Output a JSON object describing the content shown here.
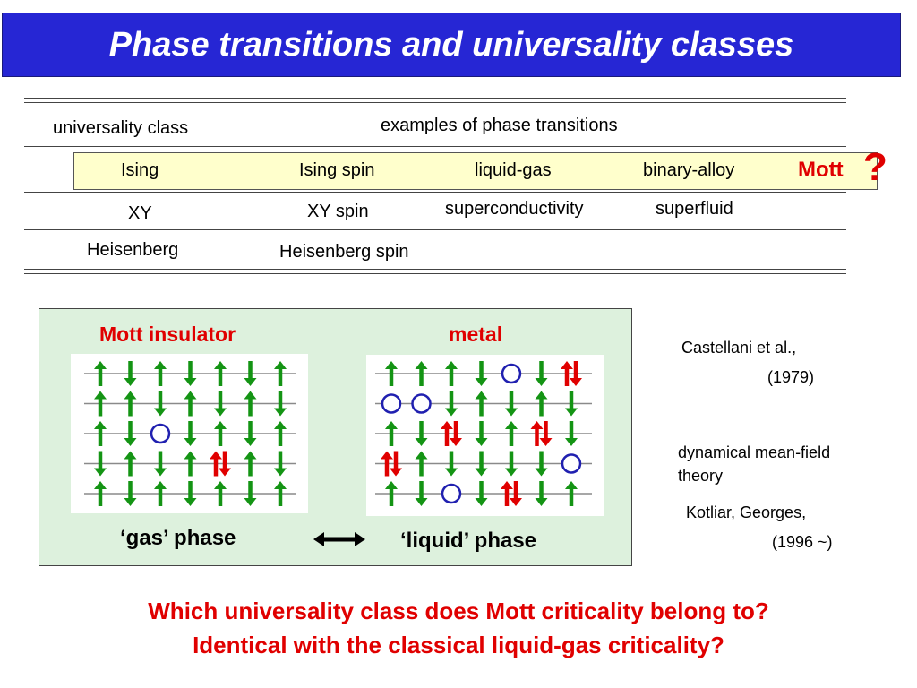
{
  "title": "Phase transitions and universality classes",
  "table": {
    "header_class": "universality class",
    "header_examples": "examples of  phase transitions",
    "rows": [
      {
        "class": "Ising",
        "examples": [
          "Ising spin",
          "liquid-gas",
          "binary-alloy"
        ]
      },
      {
        "class": "XY",
        "examples": [
          "XY spin",
          "superconductivity",
          "superfluid"
        ]
      },
      {
        "class": "Heisenberg",
        "examples": [
          "Heisenberg spin"
        ]
      }
    ],
    "mott_label": "Mott",
    "mott_question": "?"
  },
  "panel": {
    "left_title": "Mott insulator",
    "right_title": "metal",
    "left_phase": "‘gas’ phase",
    "right_phase": "‘liquid’ phase",
    "left_lattice": [
      [
        "U",
        "D",
        "U",
        "D",
        "U",
        "D",
        "U"
      ],
      [
        "U",
        "U",
        "D",
        "U",
        "D",
        "U",
        "D"
      ],
      [
        "U",
        "D",
        "H",
        "D",
        "U",
        "D",
        "U"
      ],
      [
        "D",
        "U",
        "D",
        "U",
        "DB",
        "U",
        "D"
      ],
      [
        "U",
        "D",
        "U",
        "D",
        "U",
        "D",
        "U"
      ]
    ],
    "right_lattice": [
      [
        "U",
        "U",
        "U",
        "D",
        "H",
        "D",
        "DB"
      ],
      [
        "H",
        "H",
        "D",
        "U",
        "D",
        "U",
        "D"
      ],
      [
        "U",
        "D",
        "DB",
        "D",
        "U",
        "DB",
        "D"
      ],
      [
        "DB",
        "U",
        "D",
        "D",
        "D",
        "D",
        "H"
      ],
      [
        "U",
        "D",
        "H",
        "D",
        "DB",
        "D",
        "U"
      ]
    ],
    "colors": {
      "spin": "#149414",
      "doublon": "#e00000",
      "hole": "#2020b0"
    }
  },
  "refs": {
    "ref1_authors": "Castellani et al.,",
    "ref1_year": "(1979)",
    "method_line1": "dynamical mean-field",
    "method_line2": "theory",
    "ref2_authors": "Kotliar, Georges,",
    "ref2_year": "(1996 ~)"
  },
  "question": {
    "line1": "Which universality class does Mott criticality belong to?",
    "line2": "Identical with the classical liquid-gas criticality?"
  }
}
